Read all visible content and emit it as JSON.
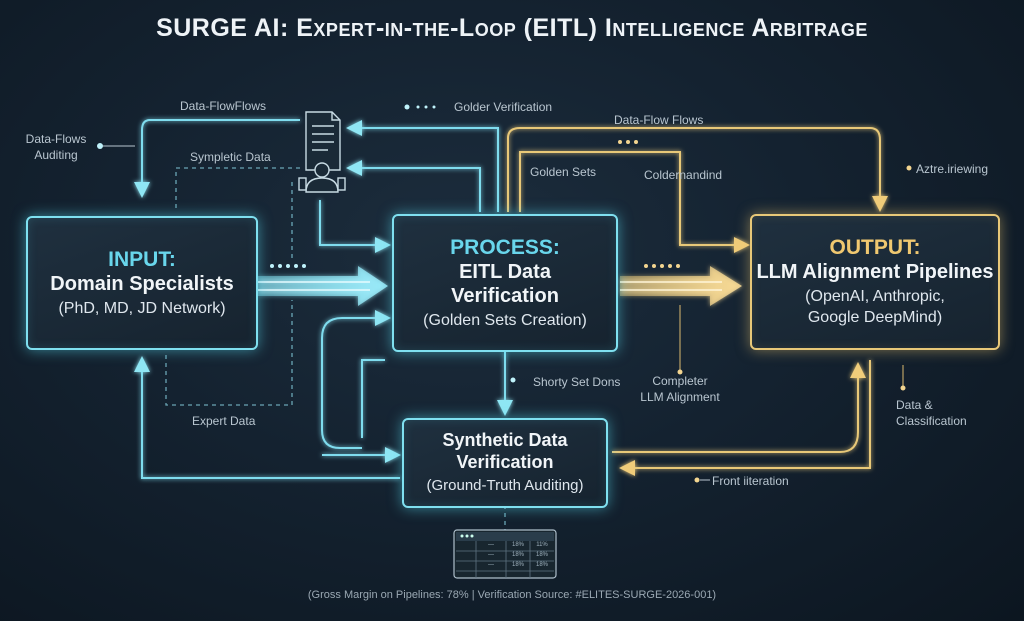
{
  "title": "SURGE AI: Expert-in-the-Loop (EITL) Intelligence Arbitrage",
  "colors": {
    "cyan": "#69d6ec",
    "gold": "#f0c870",
    "background": "#142230"
  },
  "nodes": {
    "input": {
      "heading": "INPUT:",
      "title": "Domain Specialists",
      "subtitle": "(PhD, MD, JD Network)"
    },
    "process": {
      "heading": "PROCESS:",
      "title_line1": "EITL Data",
      "title_line2": "Verification",
      "subtitle": "(Golden Sets Creation)"
    },
    "output": {
      "heading": "OUTPUT:",
      "title": "LLM Alignment Pipelines",
      "subtitle_line1": "(OpenAI, Anthropic,",
      "subtitle_line2": "Google DeepMind)"
    },
    "synthetic": {
      "title_line1": "Synthetic Data",
      "title_line2": "Verification",
      "subtitle": "(Ground-Truth Auditing)"
    }
  },
  "labels": {
    "data_flowflows": "Data-FlowFlows",
    "golder_verification": "Golder Verification",
    "data_flows_auditing_1": "Data-Flows",
    "data_flows_auditing_2": "Auditing",
    "sympletic_data": "Sympletic Data",
    "data_flow_flows": "Data-Flow Flows",
    "golden_sets": "Golden Sets",
    "coldernandind": "Coldernandind",
    "aztre_iriewing": "Aztre.iriewing",
    "shorty_set_dons": "Shorty Set Dons",
    "completer_1": "Completer",
    "completer_2": "LLM Alignment",
    "expert_data": "Expert Data",
    "data_classification_1": "Data &",
    "data_classification_2": "Classification",
    "front_iiteration": "Front iiteration"
  },
  "mini_table": {
    "rows": [
      [
        "—",
        "18%",
        "11%"
      ],
      [
        "—",
        "18%",
        "18%"
      ],
      [
        "—",
        "18%",
        "18%"
      ]
    ]
  },
  "footer": "(Gross Margin on Pipelines: 78% | Verification Source: #ELITES-SURGE-2026-001)"
}
